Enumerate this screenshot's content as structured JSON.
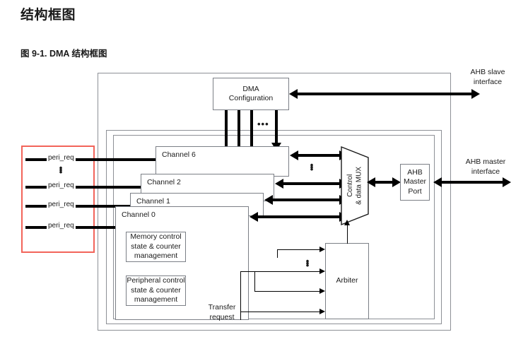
{
  "page": {
    "title": "结构框图",
    "figure_caption": "图 9-1. DMA 结构框图"
  },
  "colors": {
    "highlight_rect": "#f2645a",
    "line": "#000000",
    "frame": "#8d9096",
    "box_border": "#7b7f86",
    "background": "#ffffff",
    "text": "#1a1a1a"
  },
  "diagram": {
    "config_block": {
      "label": "DMA\nConfiguration",
      "fanout_ellipsis": "•••"
    },
    "channels": [
      {
        "label": "Channel 6"
      },
      {
        "label": "Channel 2"
      },
      {
        "label": "Channel 1"
      },
      {
        "label": "Channel 0"
      }
    ],
    "channel0_blocks": [
      {
        "label": "Memory control\nstate & counter\nmanagement"
      },
      {
        "label": "Peripheral control\nstate & counter\nmanagement"
      }
    ],
    "transfer_request_label": "Transfer\nrequest",
    "mux": {
      "label": "Control\n& data MUX"
    },
    "arbiter": {
      "label": "Arbiter"
    },
    "master_port": {
      "label": "AHB\nMaster\nPort"
    },
    "interfaces": {
      "slave": "AHB slave\ninterface",
      "master": "AHB master\ninterface"
    },
    "peri_req_signals": [
      {
        "label": "peri_req"
      },
      {
        "label": "peri_req"
      },
      {
        "label": "peri_req"
      },
      {
        "label": "peri_req"
      }
    ],
    "peri_req_ellipsis": "⋮",
    "mux_bus_ellipsis": "⋮",
    "arbiter_bus_ellipsis": "⋮"
  }
}
